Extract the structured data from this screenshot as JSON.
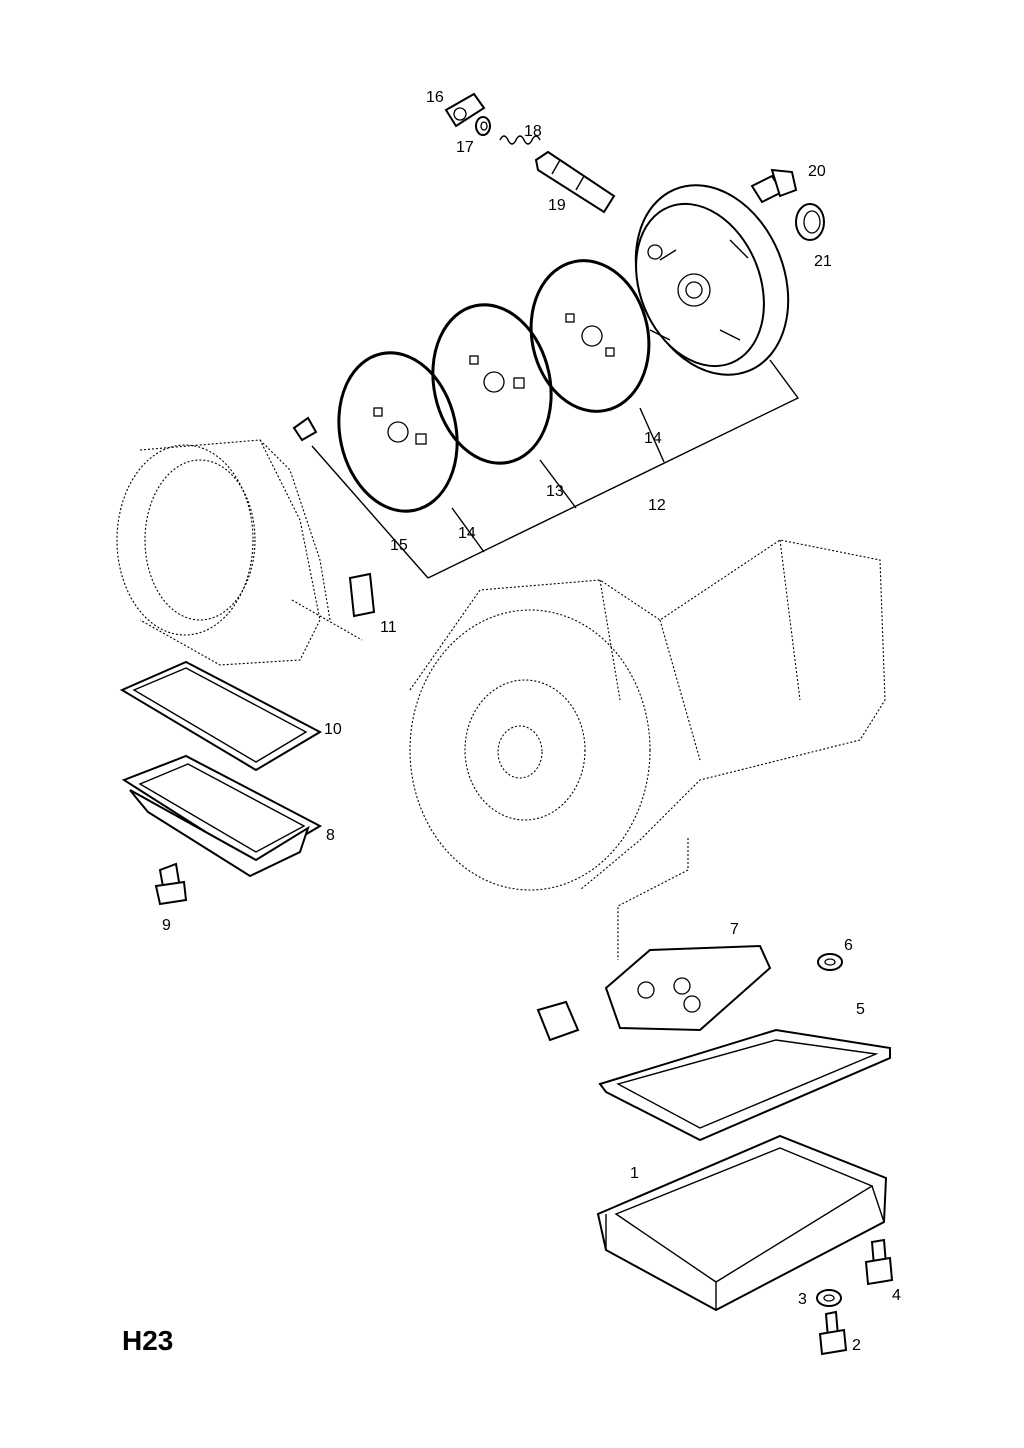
{
  "page": {
    "code": "H23"
  },
  "callouts": [
    {
      "id": "c1",
      "text": "1"
    },
    {
      "id": "c2",
      "text": "2"
    },
    {
      "id": "c3",
      "text": "3"
    },
    {
      "id": "c4",
      "text": "4"
    },
    {
      "id": "c5",
      "text": "5"
    },
    {
      "id": "c6",
      "text": "6"
    },
    {
      "id": "c7",
      "text": "7"
    },
    {
      "id": "c8",
      "text": "8"
    },
    {
      "id": "c9",
      "text": "9"
    },
    {
      "id": "c10",
      "text": "10"
    },
    {
      "id": "c11",
      "text": "11"
    },
    {
      "id": "c12",
      "text": "12"
    },
    {
      "id": "c13",
      "text": "13"
    },
    {
      "id": "c14a",
      "text": "14"
    },
    {
      "id": "c14b",
      "text": "14"
    },
    {
      "id": "c15",
      "text": "15"
    },
    {
      "id": "c16",
      "text": "16"
    },
    {
      "id": "c17",
      "text": "17"
    },
    {
      "id": "c18",
      "text": "18"
    },
    {
      "id": "c19",
      "text": "19"
    },
    {
      "id": "c20",
      "text": "20"
    },
    {
      "id": "c21",
      "text": "21"
    }
  ]
}
